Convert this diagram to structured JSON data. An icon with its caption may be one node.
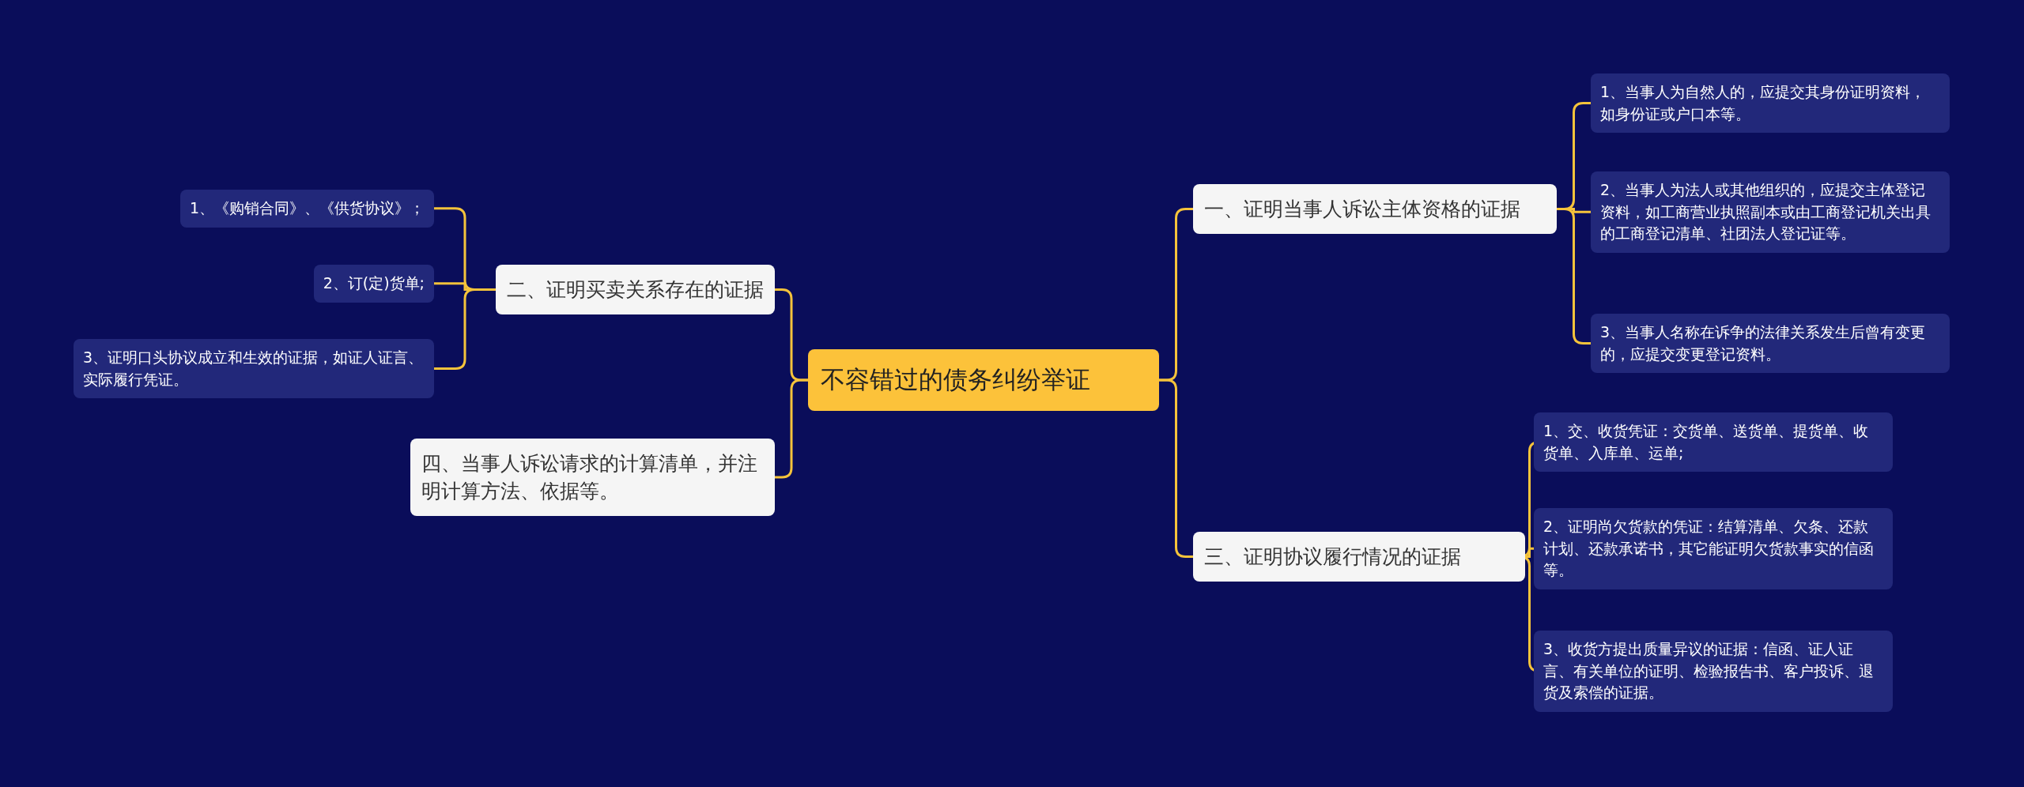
{
  "diagram": {
    "nodes": [
      {
        "text": [
          "不容错过的债务纠纷举证"
        ]
      },
      {
        "text": [
          "一、证明当事人诉讼主体资格的证据"
        ]
      },
      {
        "text": [
          "1、当事人为自然人的，应提交其身份证明资料，如身份证或户口本等。"
        ]
      },
      {
        "text": [
          "2、当事人为法人或其他组织的，应提交主体登记资料，如工商营业执照副本或由工商登记机关出具的工商登记清单、社团法人登记证等。"
        ]
      },
      {
        "text": [
          "3、当事人名称在诉争的法律关系发生后曾有变更的，应提交变更登记资料。"
        ]
      },
      {
        "text": [
          "二、证明买卖关系存在的证据"
        ]
      },
      {
        "text": [
          "1、《购销合同》、《供货协议》；"
        ]
      },
      {
        "text": [
          "2、订(定)货单;"
        ]
      },
      {
        "text": [
          "3、证明口头协议成立和生效的证据，如证人证言、实际履行凭证。"
        ]
      },
      {
        "text": [
          "三、证明协议履行情况的证据"
        ]
      },
      {
        "text": [
          "1、交、收货凭证：交货单、送货单、提货单、收货单、入库单、运单;"
        ]
      },
      {
        "text": [
          "2、证明尚欠货款的凭证：结算清单、欠条、还款计划、还款承诺书，其它能证明欠货款事实的信函等。"
        ]
      },
      {
        "text": [
          "3、收货方提出质量异议的证据：信函、证人证言、有关单位的证明、检验报告书、客户投诉、退货及索偿的证据。"
        ]
      },
      {
        "text": [
          "四、当事人诉讼请求的计算清单，并注明计算方法、依据等。"
        ]
      }
    ],
    "edges": [
      {
        "from": 0,
        "to": 1,
        "arrow": "none"
      },
      {
        "from": 1,
        "to": 2,
        "arrow": "none"
      },
      {
        "from": 1,
        "to": 3,
        "arrow": "none"
      },
      {
        "from": 1,
        "to": 4,
        "arrow": "none"
      },
      {
        "from": 0,
        "to": 5,
        "arrow": "none"
      },
      {
        "from": 5,
        "to": 6,
        "arrow": "none"
      },
      {
        "from": 5,
        "to": 7,
        "arrow": "none"
      },
      {
        "from": 5,
        "to": 8,
        "arrow": "none"
      },
      {
        "from": 0,
        "to": 9,
        "arrow": "none"
      },
      {
        "from": 9,
        "to": 10,
        "arrow": "none"
      },
      {
        "from": 9,
        "to": 11,
        "arrow": "none"
      },
      {
        "from": 9,
        "to": 12,
        "arrow": "none"
      },
      {
        "from": 0,
        "to": 13,
        "arrow": "none"
      }
    ]
  }
}
